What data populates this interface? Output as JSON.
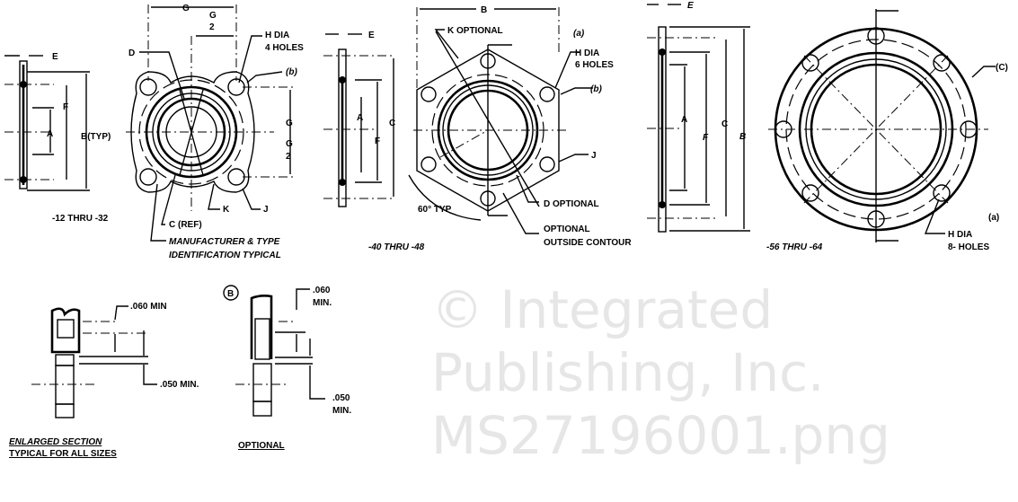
{
  "watermark": {
    "line1": "© Integrated",
    "line2": "Publishing, Inc.",
    "line3": "MS27196001.png"
  },
  "view1": {
    "e": "E",
    "f": "F",
    "a": "A",
    "b": "B(TYP)",
    "caption": "-12 THRU -32"
  },
  "view2": {
    "g_top": "G",
    "g_half_top_num": "G",
    "g_half_top_den": "2",
    "g_right": "G",
    "g_half_right_num": "G",
    "g_half_right_den": "2",
    "d": "D",
    "h_dia": "H DIA",
    "holes": "4 HOLES",
    "b_note": "(b)",
    "c_ref": "C (REF)",
    "k": "K",
    "j": "J",
    "mfr_line1": "MANUFACTURER & TYPE",
    "mfr_line2": "IDENTIFICATION TYPICAL"
  },
  "view3": {
    "e": "E",
    "a": "A",
    "f": "F",
    "c": "C",
    "caption": "-40 THRU -48"
  },
  "view4": {
    "b": "B",
    "k_optional": "K OPTIONAL",
    "a_note": "(a)",
    "h_dia": "H DIA",
    "holes": "6 HOLES",
    "b_note": "(b)",
    "j": "J",
    "d_optional": "D OPTIONAL",
    "angle": "60° TYP",
    "optional": "OPTIONAL",
    "outside_contour": "OUTSIDE CONTOUR"
  },
  "view5": {
    "e": "E",
    "a": "A",
    "f": "F",
    "c": "C",
    "b": "B",
    "caption": "-56 THRU -64"
  },
  "view6": {
    "c_note": "(C)",
    "a_note": "(a)",
    "h_dia": "H DIA",
    "holes": "8- HOLES"
  },
  "section1": {
    "top_dim": ".060 MIN",
    "bottom_dim": ".050 MIN.",
    "title1": "ENLARGED SECTION",
    "title2": "TYPICAL FOR ALL SIZES"
  },
  "section2": {
    "marker": "B",
    "top_dim1": ".060",
    "top_dim2": "MIN.",
    "bottom_dim1": ".050",
    "bottom_dim2": "MIN.",
    "title": "OPTIONAL"
  }
}
